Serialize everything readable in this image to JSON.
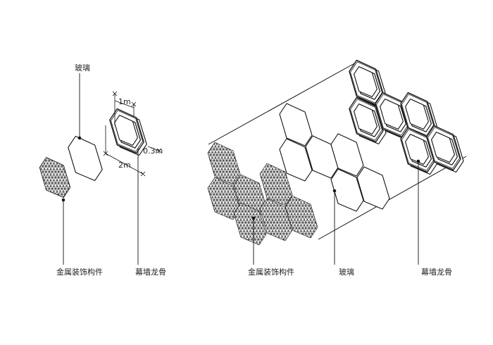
{
  "left_group": {
    "labels": {
      "glass": "玻璃",
      "metal": "金属装饰构件",
      "frame": "幕墙龙骨"
    },
    "dimensions": {
      "width_top": "1m",
      "depth": "0.3m",
      "width_bottom": "2m"
    }
  },
  "right_group": {
    "labels": {
      "metal": "金属装饰构件",
      "glass": "玻璃",
      "frame": "幕墙龙骨"
    }
  },
  "colors": {
    "line": "#111111",
    "text": "#222222",
    "background": "#ffffff"
  }
}
